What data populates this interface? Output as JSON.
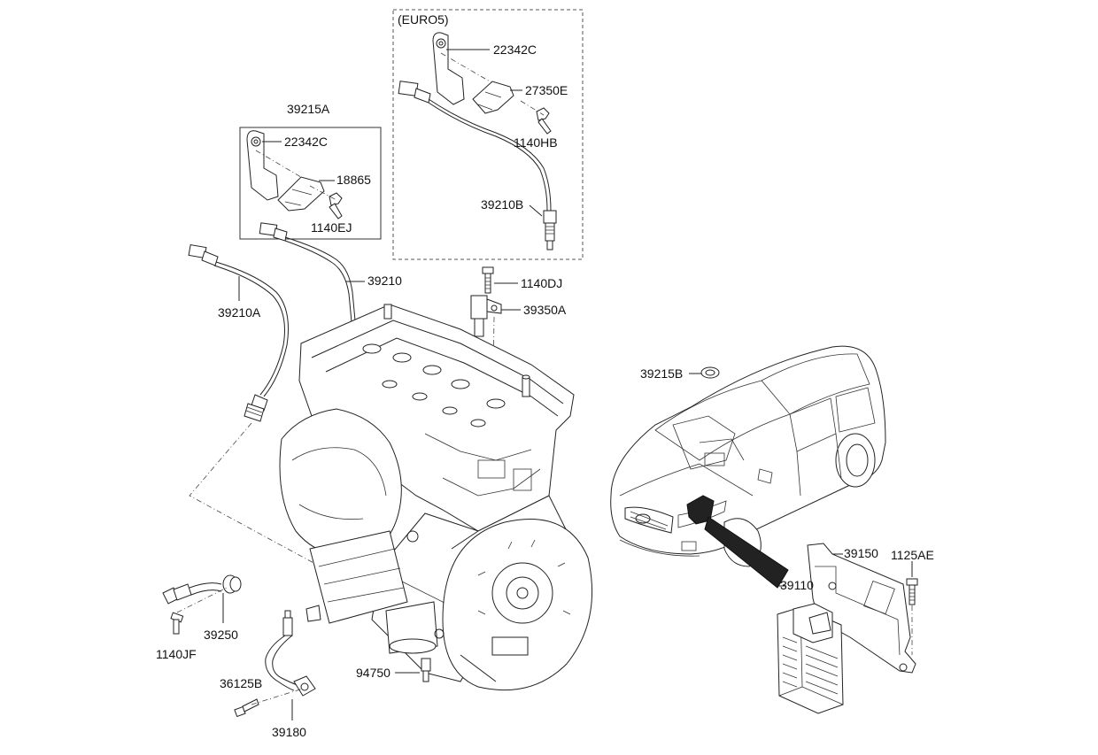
{
  "diagram": {
    "euro_group_label": "(EURO5)",
    "labels": {
      "p22342C_top": "22342C",
      "p27350E": "27350E",
      "p1140HB": "1140HB",
      "p39210B": "39210B",
      "p39215A": "39215A",
      "p22342C_left": "22342C",
      "p18865": "18865",
      "p1140EJ": "1140EJ",
      "p39210": "39210",
      "p39210A": "39210A",
      "p1140DJ": "1140DJ",
      "p39350A": "39350A",
      "p39215B": "39215B",
      "p39150": "39150",
      "p1125AE": "1125AE",
      "p39110": "39110",
      "p39250": "39250",
      "p1140JF": "1140JF",
      "p94750": "94750",
      "p36125B": "36125B",
      "p39180": "39180"
    }
  }
}
